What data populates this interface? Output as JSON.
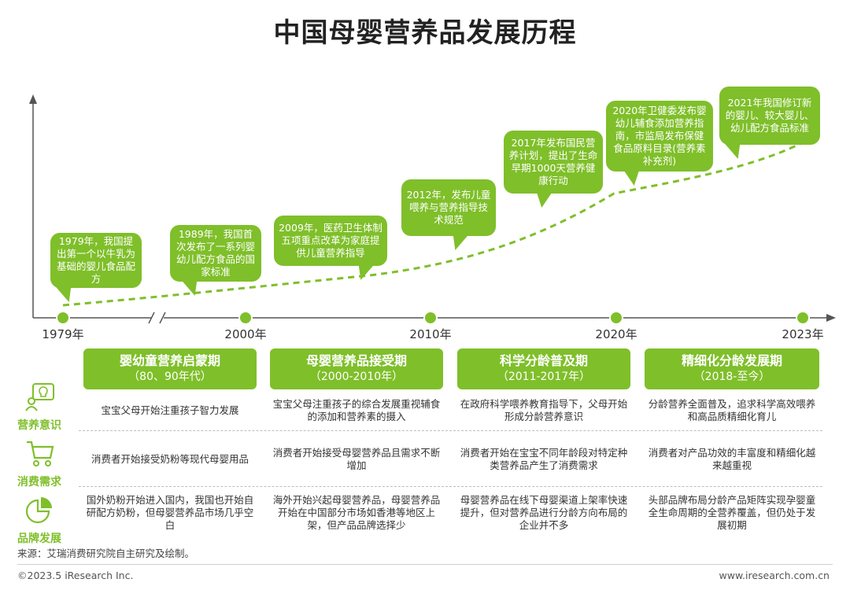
{
  "title": "中国母婴营养品发展历程",
  "colors": {
    "accent": "#7fbf2a",
    "axis": "#555555",
    "divider": "#bdbdbd"
  },
  "timeline": {
    "years": [
      "1979年",
      "2000年",
      "2010年",
      "2020年",
      "2023年"
    ],
    "events": [
      "1979年，我国提出第一个以牛乳为基础的婴儿食品配方",
      "1989年，我国首次发布了一系列婴幼儿配方食品的国家标准",
      "2009年，医药卫生体制五项重点改革为家庭提供儿童营养指导",
      "2012年，发布儿童喂养与营养指导技术规范",
      "2017年发布国民营养计划，提出了生命早期1000天营养健康行动",
      "2020年卫健委发布婴幼儿辅食添加营养指南，市监局发布保健食品原料目录(营养素补充剂)",
      "2021年我国修订新的婴儿、较大婴儿、幼儿配方食品标准"
    ]
  },
  "phases": [
    {
      "name": "婴幼童营养启蒙期",
      "years": "（80、90年代）"
    },
    {
      "name": "母婴营养品接受期",
      "years": "（2000-2010年）"
    },
    {
      "name": "科学分龄普及期",
      "years": "（2011-2017年）"
    },
    {
      "name": "精细化分龄发展期",
      "years": "（2018-至今）"
    }
  ],
  "rows": [
    {
      "label": "营养意识",
      "icon": "lightbulb-head-icon",
      "cells": [
        "宝宝父母开始注重孩子智力发展",
        "宝宝父母注重孩子的综合发展重视辅食的添加和营养素的摄入",
        "在政府科学喂养教育指导下，父母开始形成分龄营养意识",
        "分龄营养全面普及，追求科学高效喂养和高品质精细化育儿"
      ]
    },
    {
      "label": "消费需求",
      "icon": "shopping-cart-icon",
      "cells": [
        "消费者开始接受奶粉等现代母婴用品",
        "消费者开始接受母婴营养品且需求不断增加",
        "消费者开始在宝宝不同年龄段对特定种类营养品产生了消费需求",
        "消费者对产品功效的丰富度和精细化越来越重视"
      ]
    },
    {
      "label": "品牌发展",
      "icon": "pie-chart-icon",
      "cells": [
        "国外奶粉开始进入国内，我国也开始自研配方奶粉，但母婴营养品市场几乎空白",
        "海外开始兴起母婴营养品，母婴营养品开始在中国部分市场如香港等地区上架，但产品品牌选择少",
        "母婴营养品在线下母婴渠道上架率快速提升，但对营养品进行分龄方向布局的企业并不多",
        "头部品牌布局分龄产品矩阵实现孕婴童全生命周期的全营养覆盖，但仍处于发展初期"
      ]
    }
  ],
  "source": "来源：艾瑞消费研究院自主研究及绘制。",
  "footer": {
    "left": "©2023.5 iResearch Inc.",
    "right": "www.iresearch.com.cn"
  }
}
